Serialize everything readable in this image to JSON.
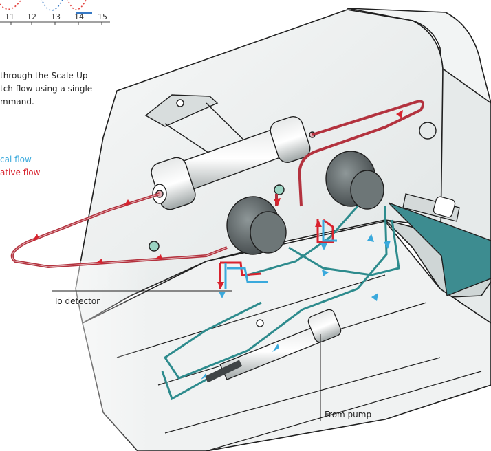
{
  "colors": {
    "analytical": "#3aa9dc",
    "preparative": "#d8232e",
    "prep_tubing": "#b3323e",
    "analytical_tubing": "#2d8b8d",
    "instrument_body": "#eef1f1",
    "outline": "#1f1f1f",
    "tray": "#3d8c90",
    "chrom_red": "#e2423e",
    "chrom_blue": "#3578c4"
  },
  "chromatogram": {
    "tick_labels": [
      "11",
      "12",
      "13",
      "14",
      "15"
    ]
  },
  "caption": {
    "lines": [
      "through the Scale-Up",
      "tch flow using a single",
      "mmand."
    ]
  },
  "legend": {
    "analytical": "cal flow",
    "preparative": "ative flow"
  },
  "callouts": {
    "detector": "To detector",
    "pump": "From pump"
  },
  "icons": {
    "valve": "rotary-valve-icon",
    "column": "column-icon",
    "fitting": "fitting-icon"
  }
}
